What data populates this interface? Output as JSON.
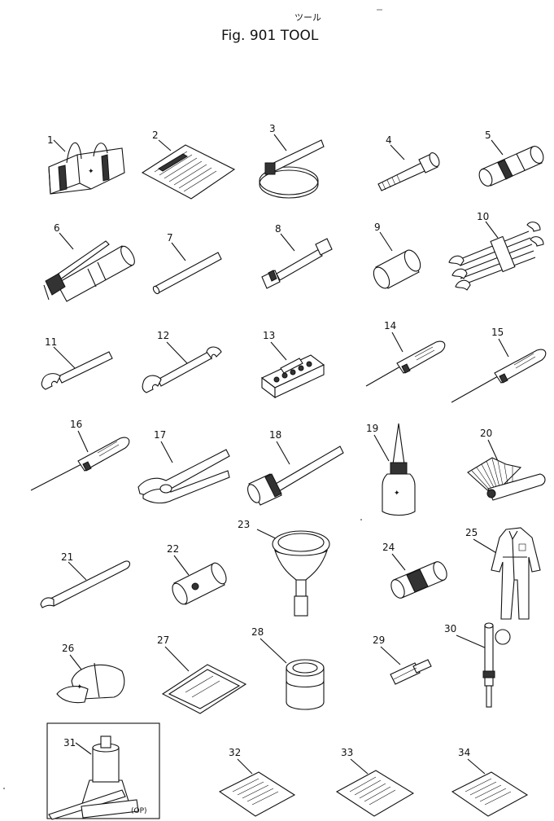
{
  "header": {
    "kana": "ツール",
    "title": "Fig. 901  TOOL"
  },
  "box_note": "(OP)",
  "parts": [
    {
      "no": "1",
      "icon": "tool-bag-icon"
    },
    {
      "no": "2",
      "icon": "manual-sheet-icon"
    },
    {
      "no": "3",
      "icon": "filter-wrench-icon"
    },
    {
      "no": "4",
      "icon": "bolt-icon"
    },
    {
      "no": "5",
      "icon": "socket-icon"
    },
    {
      "no": "6",
      "icon": "grease-gun-icon"
    },
    {
      "no": "7",
      "icon": "bar-icon"
    },
    {
      "no": "8",
      "icon": "extension-bar-icon"
    },
    {
      "no": "9",
      "icon": "socket-icon"
    },
    {
      "no": "10",
      "icon": "wrench-set-icon"
    },
    {
      "no": "11",
      "icon": "wrench-icon"
    },
    {
      "no": "12",
      "icon": "wrench-icon"
    },
    {
      "no": "13",
      "icon": "socket-box-icon"
    },
    {
      "no": "14",
      "icon": "screwdriver-icon"
    },
    {
      "no": "15",
      "icon": "screwdriver-icon"
    },
    {
      "no": "16",
      "icon": "screwdriver-icon"
    },
    {
      "no": "17",
      "icon": "pliers-icon"
    },
    {
      "no": "18",
      "icon": "hammer-icon"
    },
    {
      "no": "19",
      "icon": "oil-can-icon"
    },
    {
      "no": "20",
      "icon": "feeler-gauge-icon"
    },
    {
      "no": "21",
      "icon": "pry-bar-icon"
    },
    {
      "no": "22",
      "icon": "box-wrench-icon"
    },
    {
      "no": "23",
      "icon": "funnel-icon"
    },
    {
      "no": "24",
      "icon": "socket-icon"
    },
    {
      "no": "25",
      "icon": "coverall-icon"
    },
    {
      "no": "26",
      "icon": "cap-icon"
    },
    {
      "no": "27",
      "icon": "mat-icon"
    },
    {
      "no": "28",
      "icon": "paint-can-icon"
    },
    {
      "no": "29",
      "icon": "scraper-icon"
    },
    {
      "no": "30",
      "icon": "jack-handle-icon"
    },
    {
      "no": "31",
      "icon": "bottle-jack-icon"
    },
    {
      "no": "32",
      "icon": "document-sheet-icon"
    },
    {
      "no": "33",
      "icon": "document-sheet-icon"
    },
    {
      "no": "34",
      "icon": "document-sheet-icon"
    }
  ]
}
